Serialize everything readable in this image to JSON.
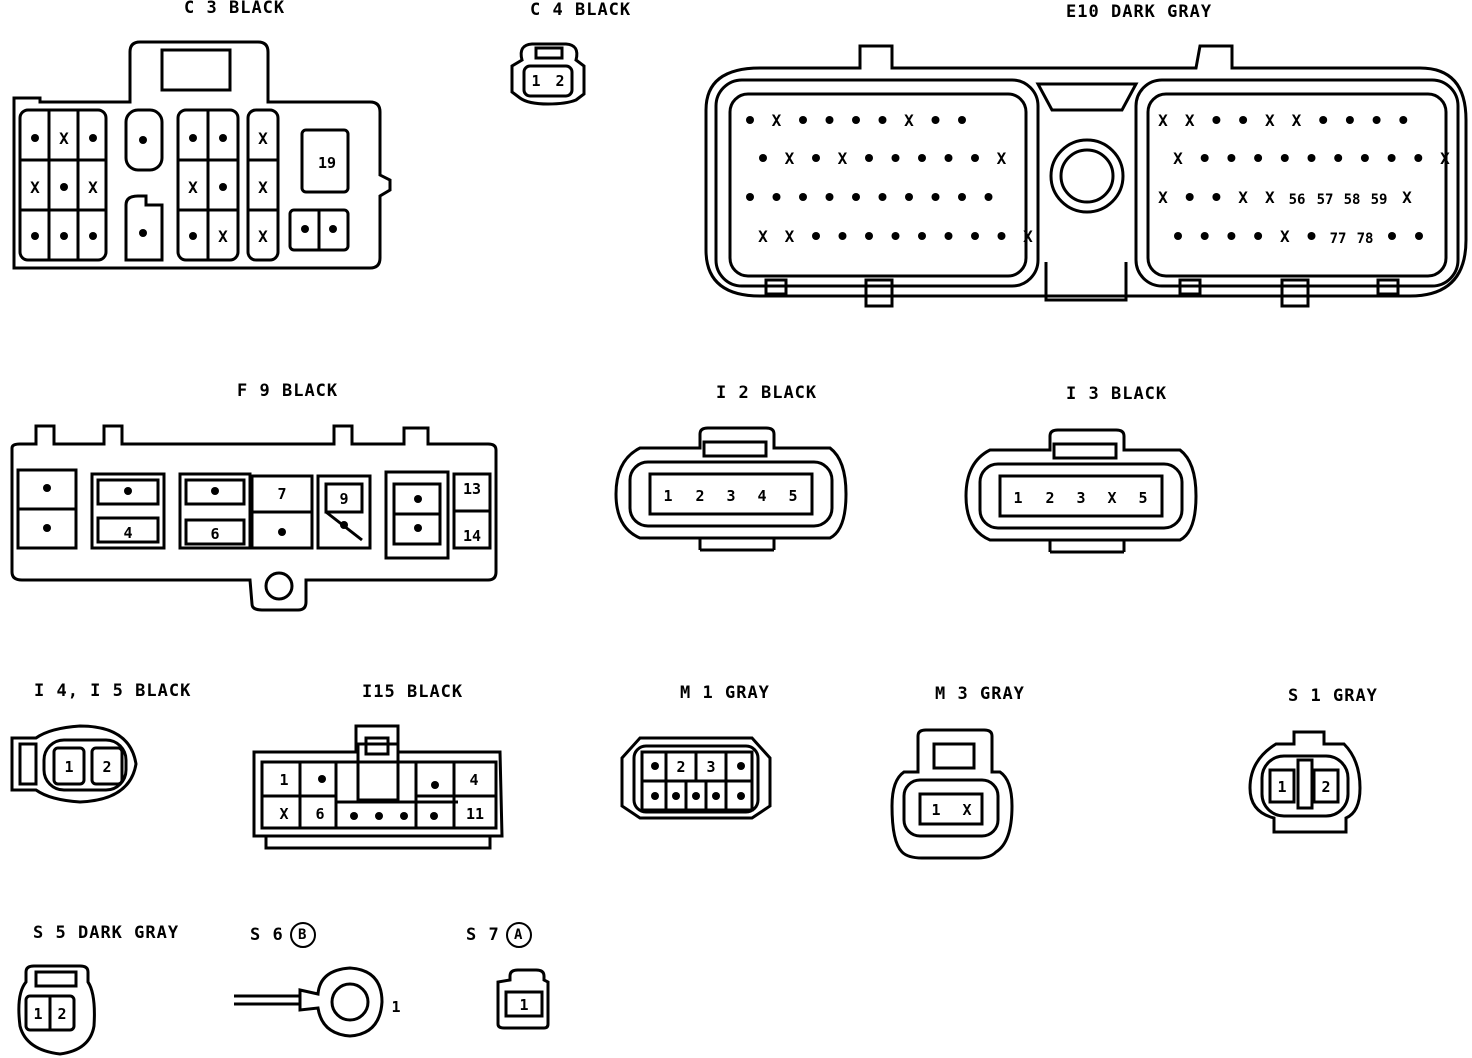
{
  "connectors": [
    {
      "id": "c3",
      "code": "C 3",
      "color": "BLACK"
    },
    {
      "id": "c4",
      "code": "C 4",
      "color": "BLACK"
    },
    {
      "id": "e10",
      "code": "E10",
      "color": "DARK GRAY"
    },
    {
      "id": "f9",
      "code": "F 9",
      "color": "BLACK"
    },
    {
      "id": "i2",
      "code": "I 2",
      "color": "BLACK"
    },
    {
      "id": "i3",
      "code": "I 3",
      "color": "BLACK"
    },
    {
      "id": "i4i5",
      "code": "I 4, I 5",
      "color": "BLACK"
    },
    {
      "id": "i15",
      "code": "I15",
      "color": "BLACK"
    },
    {
      "id": "m1",
      "code": "M 1",
      "color": "GRAY"
    },
    {
      "id": "m3",
      "code": "M 3",
      "color": "GRAY"
    },
    {
      "id": "s1",
      "code": "S 1",
      "color": "GRAY"
    },
    {
      "id": "s5",
      "code": "S 5",
      "color": "DARK GRAY"
    },
    {
      "id": "s6",
      "code": "S 6",
      "color": "",
      "badge": "B"
    },
    {
      "id": "s7",
      "code": "S 7",
      "color": "",
      "badge": "A"
    }
  ],
  "pins": {
    "c3_19": "19",
    "c4": [
      "1",
      "2"
    ],
    "e10_row3": [
      "56",
      "57",
      "58",
      "59"
    ],
    "e10_row4": [
      "77",
      "78"
    ],
    "f9": [
      "4",
      "6",
      "7",
      "9",
      "13",
      "14"
    ],
    "i2": [
      "1",
      "2",
      "3",
      "4",
      "5"
    ],
    "i3": [
      "1",
      "2",
      "3",
      "X",
      "5"
    ],
    "i4i5": [
      "1",
      "2"
    ],
    "i15": [
      "1",
      "4",
      "X",
      "6",
      "11"
    ],
    "m1": [
      "2",
      "3"
    ],
    "m3": [
      "1",
      "X"
    ],
    "s1": [
      "1",
      "2"
    ],
    "s5": [
      "1",
      "2"
    ],
    "s6": "1",
    "s7": "1"
  },
  "symbols": {
    "empty_cavity": "X",
    "pin": "●"
  }
}
